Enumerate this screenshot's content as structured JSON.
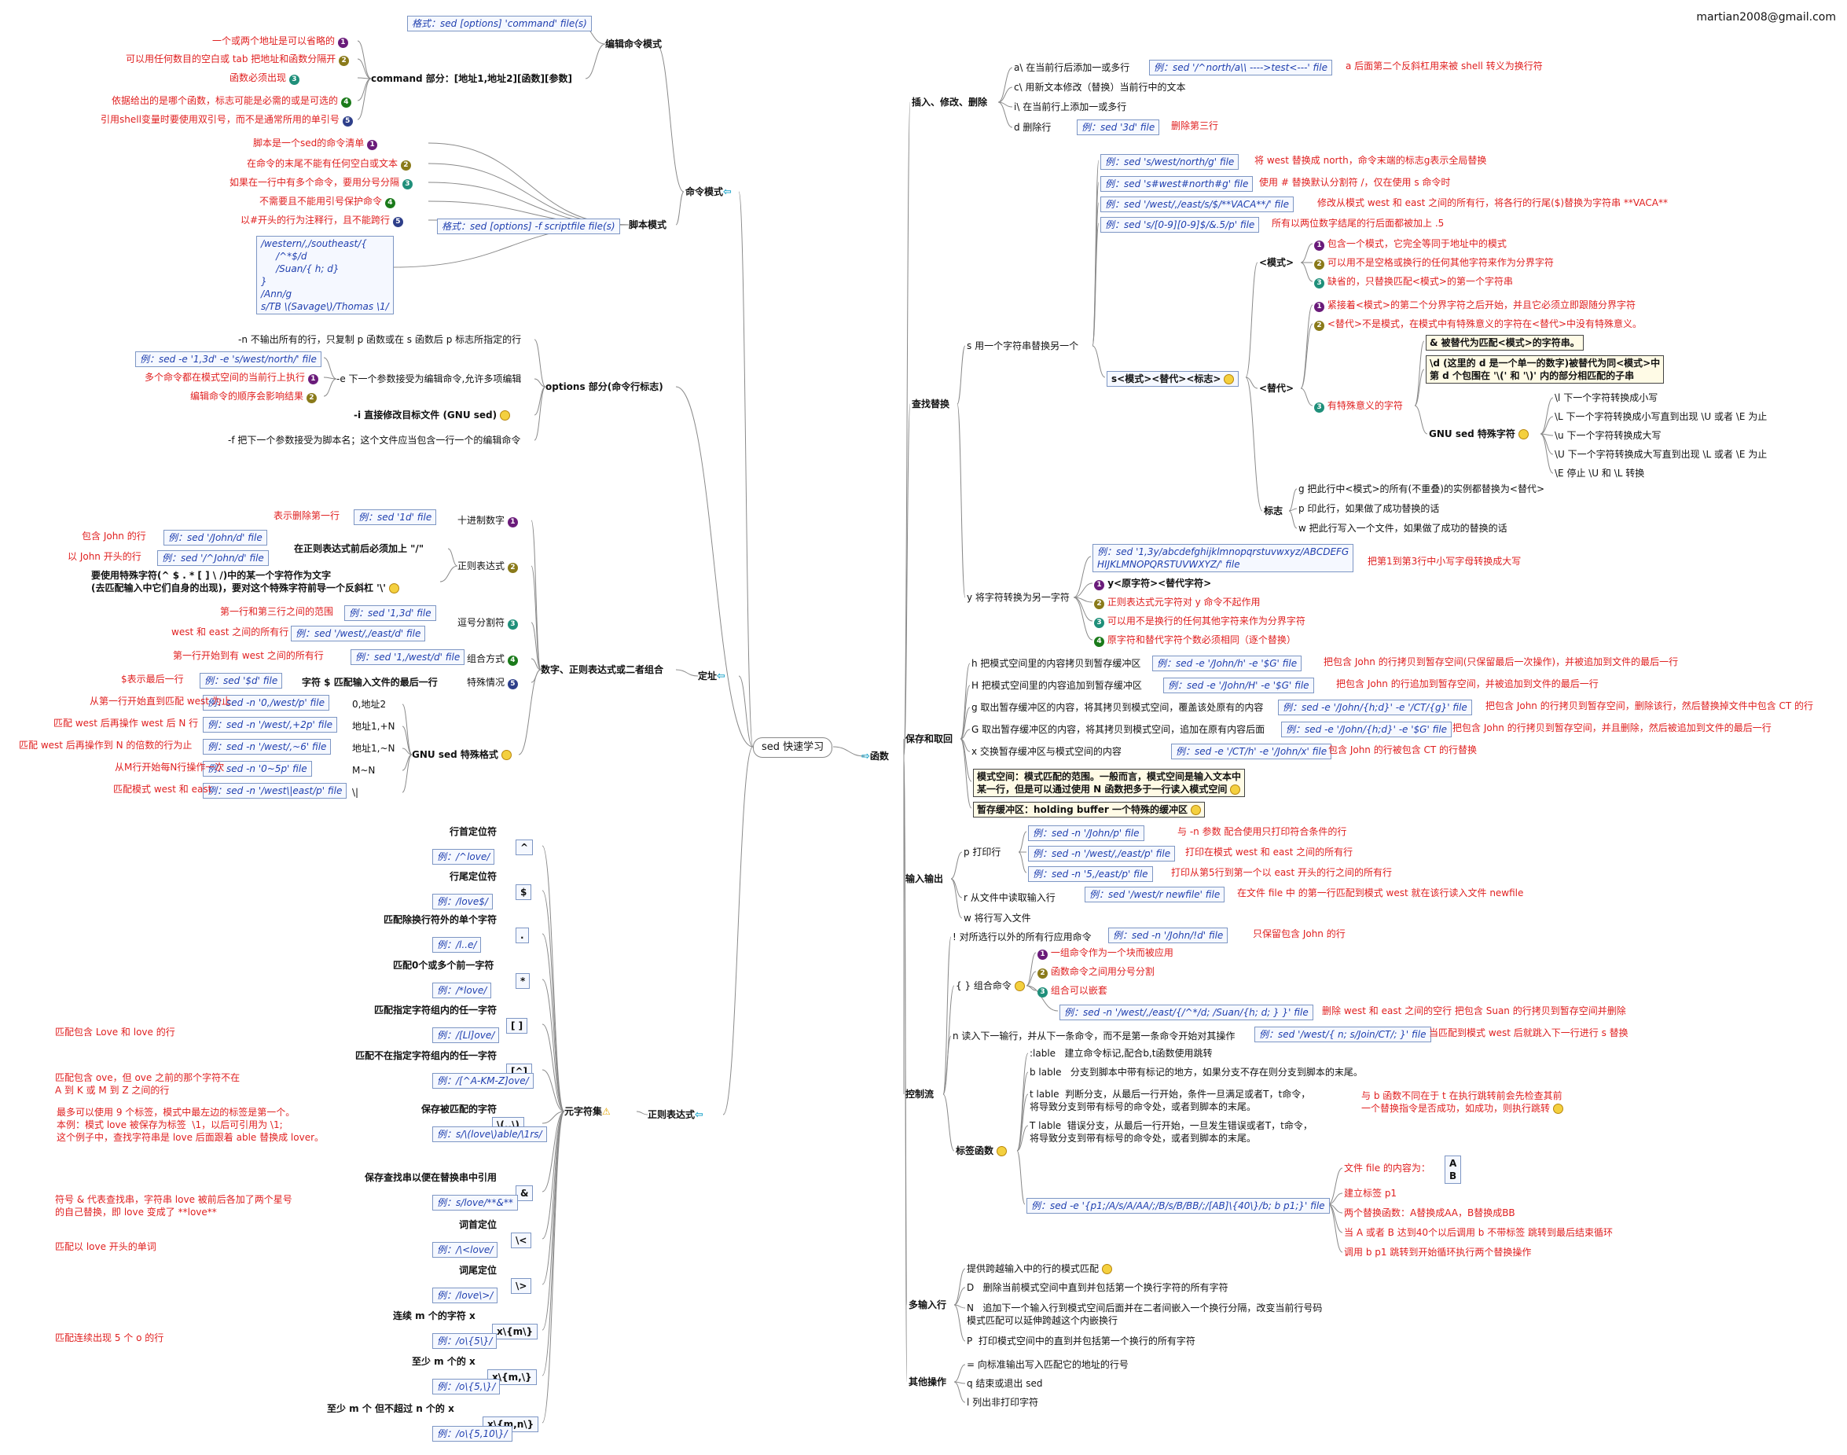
{
  "header": {
    "email": "martian2008@gmail.com"
  },
  "center": {
    "title": "sed 快速学习"
  },
  "left": {
    "command_mode": {
      "title": "命令模式",
      "edit_mode": {
        "title": "编辑命令模式",
        "format": "格式：sed [options] 'command' file(s)",
        "command_part": {
          "title": "command 部分：[地址1,地址2][函数][参数]",
          "items": [
            "一个或两个地址是可以省略的",
            "可以用任何数目的空白或 tab 把地址和函数分隔开",
            "函数必须出现",
            "依据给出的是哪个函数，标志可能是必需的或是可选的",
            "引用shell变量时要使用双引号，而不是通常所用的单引号"
          ]
        }
      },
      "script_mode": {
        "title": "脚本模式",
        "items": [
          "脚本是一个sed的命令清单",
          "在命令的末尾不能有任何空白或文本",
          "如果在一行中有多个命令，要用分号分隔",
          "不需要且不能用引号保护命令",
          "以#开头的行为注释行，且不能跨行"
        ],
        "format": "格式：sed [options] -f scriptfile file(s)",
        "example": "/western/,/southeast/{\n     /^*$/d\n     /Suan/{ h; d}\n}\n/Ann/g\ns/TB \\(Savage\\)/Thomas \\1/"
      }
    },
    "options": {
      "title": "options 部分(命令行标志)",
      "n": "-n   不输出所有的行，只复制 p 函数或在 s 函数后 p 标志所指定的行",
      "e": "-e   下一个参数接受为编辑命令,允许多项编辑",
      "e_example": "例：sed -e '1,3d' -e 's/west/north/' file",
      "e_items": [
        "多个命令都在模式空间的当前行上执行",
        "编辑命令的顺序会影响结果"
      ],
      "i": "-i   直接修改目标文件 (GNU sed)",
      "f": "-f   把下一个参数接受为脚本名；这个文件应当包含一行一个的编辑命令"
    },
    "define": {
      "title": "定址",
      "group": {
        "title": "数字、正则表达式或二者组合",
        "decimal": {
          "label": "十进制数字",
          "example": "例：sed '1d' file",
          "note": "表示删除第一行"
        },
        "regex": {
          "label": "正则表达式",
          "sub_title": "在正则表达式前后必须加上 \"/\"",
          "ex1": "例：sed '/John/d' file",
          "ex1_note": "包含 John 的行",
          "ex2": "例：sed '/^John/d' file",
          "ex2_note": "以 John 开头的行",
          "special": "要使用特殊字符(^ $ . * [ ] \\ /)中的某一个字符作为文字\n(去匹配输入中它们自身的出现)，要对这个特殊字符前导一个反斜杠 '\\'"
        },
        "comma": {
          "label": "逗号分割符",
          "ex1": "例：sed '1,3d' file",
          "ex1_note": "第一行和第三行之间的范围",
          "ex2": "例：sed '/west/,/east/d' file",
          "ex2_note": "west 和 east 之间的所有行"
        },
        "combo": {
          "label": "组合方式",
          "example": "例：sed '1,/west/d' file",
          "note": "第一行开始到有 west 之间的所有行"
        },
        "special": {
          "label": "特殊情况",
          "title": "字符 $ 匹配输入文件的最后一行",
          "example": "例：sed '$d' file",
          "note": "$表示最后一行"
        },
        "gnu": {
          "title": "GNU sed 特殊格式",
          "items": [
            {
              "label": "0,地址2",
              "example": "例：sed -n '0,/west/p' file",
              "note": "从第一行开始直到匹配 west 为止"
            },
            {
              "label": "地址1,+N",
              "example": "例：sed -n '/west/,+2p' file",
              "note": "匹配 west 后再操作 west 后 N 行"
            },
            {
              "label": "地址1,~N",
              "example": "例：sed -n '/west/,~6' file",
              "note": "匹配 west 后再操作到 N 的倍数的行为止"
            },
            {
              "label": "M~N",
              "example": "例：sed -n '0~5p' file",
              "note": "从M行开始每N行操作一次"
            },
            {
              "label": "\\|",
              "example": "例：sed -n '/west\\|east/p' file",
              "note": "匹配模式 west 和 east"
            }
          ]
        }
      }
    },
    "regex": {
      "title": "正则表达式",
      "set": {
        "title": "元字符集",
        "items": [
          {
            "sym": "^",
            "desc": "行首定位符",
            "example": "例：/^love/",
            "note": ""
          },
          {
            "sym": "$",
            "desc": "行尾定位符",
            "example": "例：/love$/",
            "note": ""
          },
          {
            "sym": ".",
            "desc": "匹配除换行符外的单个字符",
            "example": "例：/l..e/",
            "note": ""
          },
          {
            "sym": "*",
            "desc": "匹配0个或多个前一字符",
            "example": "例：/*love/",
            "note": ""
          },
          {
            "sym": "[ ]",
            "desc": "匹配指定字符组内的任一字符",
            "example": "例：/[Ll]ove/",
            "note": "匹配包含 Love 和 love 的行"
          },
          {
            "sym": "[^]",
            "desc": "匹配不在指定字符组内的任一字符",
            "example": "例：/[^A-KM-Z]ove/",
            "note": "匹配包含 ove，但 ove 之前的那个字符不在\nA 到 K 或 M 到 Z 之间的行"
          },
          {
            "sym": "\\(..\\)",
            "desc": "保存被匹配的字符",
            "example": "例：s/\\(love\\)able/\\1rs/",
            "note": "最多可以使用 9 个标签，模式中最左边的标签是第一个。\n本例：模式 love 被保存为标签  \\1，以后可引用为 \\1;\n这个例子中，查找字符串是 love 后面跟着 able 替换成 lover。"
          },
          {
            "sym": "&",
            "desc": "保存查找串以便在替换串中引用",
            "example": "例：s/love/**&**",
            "note": "符号 & 代表查找串，字符串 love 被前后各加了两个星号\n的自己替换，即 love 变成了 **love**"
          },
          {
            "sym": "\\<",
            "desc": "词首定位",
            "example": "例：/\\<love/",
            "note": "匹配以 love 开头的单词"
          },
          {
            "sym": "\\>",
            "desc": "词尾定位",
            "example": "例：/love\\>/",
            "note": ""
          },
          {
            "sym": "x\\{m\\}",
            "desc": "连续 m 个的字符 x",
            "example": "例：/o\\{5\\}/",
            "note": "匹配连续出现 5 个 o 的行"
          },
          {
            "sym": "x\\{m,\\}",
            "desc": "至少 m 个的 x",
            "example": "例：/o\\{5,\\}/",
            "note": ""
          },
          {
            "sym": "x\\{m,n\\}",
            "desc": "至少 m 个 但不超过 n 个的 x",
            "example": "例：/o\\{5,10\\}/",
            "note": ""
          }
        ]
      }
    }
  },
  "right": {
    "function": {
      "title": "函数",
      "insert": {
        "title": "插入、修改、删除",
        "items": [
          {
            "label": "a\\ 在当前行后添加一或多行",
            "example": "例：sed '/^north/a\\\\ ---->test<---' file",
            "note": "a 后面第二个反斜杠用来被 shell 转义为换行符"
          },
          {
            "label": "c\\ 用新文本修改（替换）当前行中的文本",
            "example": "",
            "note": ""
          },
          {
            "label": "i\\ 在当前行上添加一或多行",
            "example": "",
            "note": ""
          },
          {
            "label": "d   删除行",
            "example": "例：sed '3d' file",
            "note": "删除第三行"
          }
        ]
      },
      "search": {
        "title": "查找替换",
        "s": {
          "label": "s   用一个字符串替换另一个",
          "examples": [
            {
              "example": "例：sed 's/west/north/g' file",
              "note": "将 west 替换成 north，命令末端的标志g表示全局替换"
            },
            {
              "example": "例：sed 's#west#north#g' file",
              "note": "使用 # 替换默认分割符 /，仅在使用 s 命令时"
            },
            {
              "example": "例：sed '/west/,/east/s/$/**VACA**/' file",
              "note": "修改从模式 west 和 east 之间的所有行，将各行的行尾($)替换为字符串 **VACA**"
            },
            {
              "example": "例：sed 's/[0-9][0-9]$/&.5/p' file",
              "note": "所有以两位数字结尾的行后面都被加上 .5"
            }
          ],
          "format": "s<模式><替代><标志>",
          "pattern": {
            "label": "<模式>",
            "items": [
              "包含一个模式，它完全等同于地址中的模式",
              "可以用不是空格或换行的任何其他字符来作为分界字符",
              "缺省的，只替换匹配<模式>的第一个字符串"
            ]
          },
          "replace": {
            "label": "<替代>",
            "items": [
              "紧接着<模式>的第二个分界字符之后开始，并且它必须立即跟随分界字符",
              "<替代>不是模式，在模式中有特殊意义的字符在<替代>中没有特殊意义。"
            ],
            "special_label": "有特殊意义的字符",
            "amp": "& 被替代为匹配<模式>的字符串。",
            "backref": "\\d (这里的 d 是一个单一的数字)被替代为同<模式>中\n第 d 个包围在 '\\(' 和 '\\)' 内的部分相匹配的子串",
            "gnu": {
              "label": "GNU sed 特殊字符",
              "items": [
                "\\l 下一个字符转换成小写",
                "\\L 下一个字符转换成小写直到出现 \\U 或者 \\E 为止",
                "\\u 下一个字符转换成大写",
                "\\U 下一个字符转换成大写直到出现 \\L 或者 \\E 为止",
                "\\E 停止 \\U 和 \\L 转换"
              ]
            }
          },
          "flag": {
            "label": "标志",
            "items": [
              "g 把此行中<模式>的所有(不重叠)的实例都替换为<替代>",
              "p 印此行，如果做了成功替换的话",
              "w 把此行写入一个文件，如果做了成功的替换的话"
            ]
          }
        },
        "y": {
          "label": "y   将字符转换为另一字符",
          "example": "例：sed '1,3y/abcdefghijklmnopqrstuvwxyz/ABCDEFG\nHIJKLMNOPQRSTUVWXYZ/' file",
          "note": "把第1到第3行中小写字母转换成大写",
          "format": "y<原字符><替代字符>",
          "items": [
            "正则表达式元字符对 y 命令不起作用",
            "可以用不是换行的任何其他字符来作为分界字符",
            "原字符和替代字符个数必须相同（逐个替换）"
          ]
        }
      },
      "hold": {
        "title": "保存和取回",
        "items": [
          {
            "label": "h   把模式空间里的内容拷贝到暂存缓冲区",
            "example": "例：sed -e '/John/h' -e '$G' file",
            "note": "把包含 John 的行拷贝到暂存空间(只保留最后一次操作)，并被追加到文件的最后一行"
          },
          {
            "label": "H   把模式空间里的内容追加到暂存缓冲区",
            "example": "例：sed -e '/John/H' -e '$G' file",
            "note": "把包含 John 的行追加到暂存空间，并被追加到文件的最后一行"
          },
          {
            "label": "g   取出暂存缓冲区的内容，将其拷贝到模式空间，覆盖该处原有的内容",
            "example": "例：sed -e '/John/{h;d}' -e '/CT/{g}' file",
            "note": "把包含 John 的行拷贝到暂存空间，删除该行，然后替换掉文件中包含 CT 的行"
          },
          {
            "label": "G   取出暂存缓冲区的内容，将其拷贝到模式空间，追加在原有内容后面",
            "example": "例：sed -e '/John/{h;d}' -e '$G' file",
            "note": "把包含 John 的行拷贝到暂存空间，并且删除，然后被追加到文件的最后一行"
          },
          {
            "label": "x   交换暂存缓冲区与模式空间的内容",
            "example": "例：sed -e '/CT/h' -e '/John/x' file",
            "note": "包含 John 的行被包含 CT 的行替换"
          }
        ],
        "pattern_space": "模式空间：模式匹配的范围。一般而言，模式空间是输入文本中\n某一行，但是可以通过使用 N 函数把多于一行读入模式空间",
        "holding_buffer": "暂存缓冲区：holding buffer 一个特殊的缓冲区"
      },
      "io": {
        "title": "输入输出",
        "p": {
          "label": "p   打印行",
          "examples": [
            {
              "example": "例：sed -n '/John/p' file",
              "note": "与 -n 参数 配合使用只打印符合条件的行"
            },
            {
              "example": "例：sed -n '/west/,/east/p' file",
              "note": "打印在模式 west 和 east 之间的所有行"
            },
            {
              "example": "例：sed -n '5,/east/p' file",
              "note": "打印从第5行到第一个以 east 开头的行之间的所有行"
            }
          ]
        },
        "r": {
          "label": "r   从文件中读取输入行",
          "example": "例：sed '/west/r newfile' file",
          "note": "在文件 file 中 的第一行匹配到模式 west 就在该行读入文件 newfile"
        },
        "w": "w   将行写入文件"
      },
      "control": {
        "title": "控制流",
        "not": {
          "label": "!   对所选行以外的所有行应用命令",
          "example": "例：sed -n '/John/!d' file",
          "note": "只保留包含 John 的行"
        },
        "group": {
          "label": "{ }  组合命令",
          "items": [
            "一组命令作为一个块而被应用",
            "函数命令之间用分号分割",
            "组合可以嵌套"
          ],
          "example": "例：sed -n '/west/,/east/{/^*/d; /Suan/{h; d; } }' file",
          "note": "删除 west 和 east 之间的空行 把包含 Suan 的行拷贝到暂存空间并删除"
        },
        "n": {
          "label": "n   读入下一输行，并从下一条命令，而不是第一条命令开始对其操作",
          "example": "例：sed '/west/{ n; s/Join/CT/; }' file",
          "note": "当匹配到模式 west 后就跳入下一行进行 s 替换"
        },
        "label": {
          "title": "标签函数",
          "items": [
            ":lable   建立命令标记,配合b,t函数使用跳转",
            "b lable   分支到脚本中带有标记的地方，如果分支不存在则分支到脚本的末尾。",
            "t lable  判断分支，从最后一行开始，条件一旦满足或者T，t命令，\n将导致分支到带有标号的命令处，或者到脚本的末尾。",
            "T lable  错误分支，从最后一行开始，一旦发生错误或者T，t命令，\n将导致分支到带有标号的命令处，或者到脚本的末尾。"
          ],
          "t_note": "与 b 函数不同在于 t 在执行跳转前会先检查其前\n一个替换指令是否成功，如成功，则执行跳转",
          "example": "例：sed -e '{p1;/A/s/A/AA/;/B/s/B/BB/;/[AB]\\{40\\}/b; b p1;}' file",
          "file_label": "文件 file 的内容为：",
          "file_content": "A\nB",
          "notes": [
            "建立标签 p1",
            "两个替换函数：A替换成AA，B替换成BB",
            "当 A 或者 B 达到40个以后调用 b 不带标签 跳转到最后结束循环",
            "调用 b p1 跳转到开始循环执行两个替换操作"
          ]
        }
      },
      "multiline": {
        "title": "多输入行",
        "items": [
          "提供跨越输入中的行的模式匹配",
          "D   删除当前模式空间中直到并包括第一个换行字符的所有字符",
          "N   追加下一个输入行到模式空间后面并在二者间嵌入一个换行分隔，改变当前行号码\n模式匹配可以延伸跨越这个内嵌换行",
          "P  打印模式空间中的直到并包括第一个换行的所有字符"
        ]
      },
      "other": {
        "title": "其他操作",
        "items": [
          "=   向标准输出写入匹配它的地址的行号",
          "q   结束或退出 sed",
          "l    列出非打印字符"
        ]
      }
    }
  }
}
